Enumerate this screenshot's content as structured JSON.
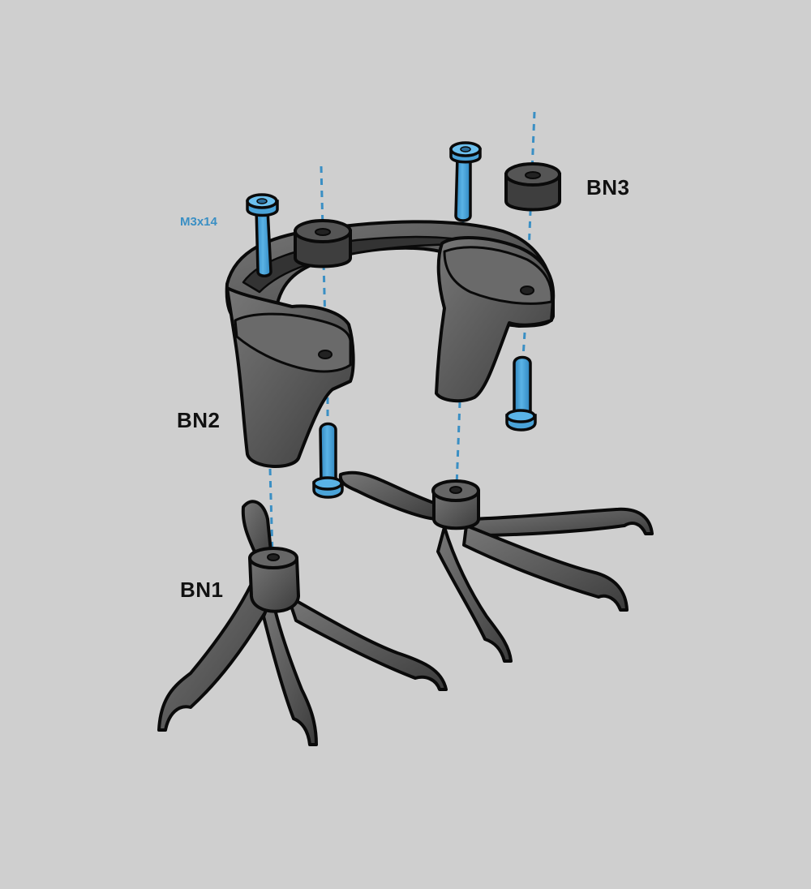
{
  "labels": {
    "screw_size": "M3x14",
    "part_bn1": "BN1",
    "part_bn2": "BN2",
    "part_bn3": "BN3"
  },
  "colors": {
    "background": "#cfcfcf",
    "part_body": "#5a5a5a",
    "part_dark": "#3a3a3a",
    "outline": "#0a0a0a",
    "screw": "#4aa3d8",
    "guide_line": "#3a8fc4"
  },
  "icons": [
    "screw-icon",
    "spacer-icon",
    "bird-foot-icon",
    "bracket-icon"
  ]
}
